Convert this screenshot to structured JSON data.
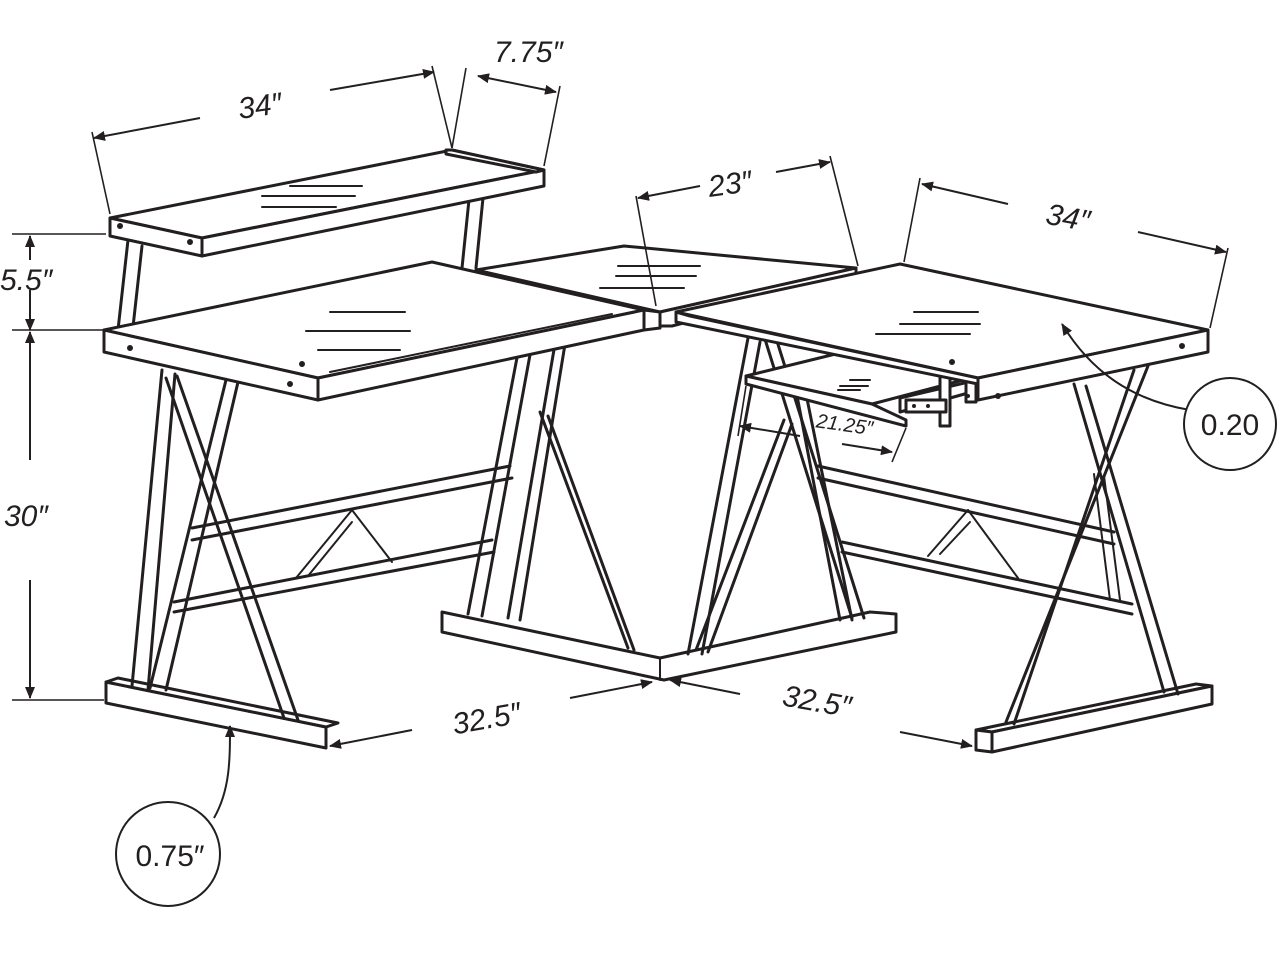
{
  "dimensions": {
    "riser_width": "34″",
    "riser_depth": "7.75″",
    "corner_width": "23″",
    "right_desk_width": "34″",
    "riser_height": "5.5″",
    "desk_height": "30″",
    "keyboard_tray_width": "21.25″",
    "left_base_length": "32.5″",
    "right_base_length": "32.5″"
  },
  "callouts": {
    "top_thickness": "0.20",
    "base_thickness": "0.75″"
  }
}
